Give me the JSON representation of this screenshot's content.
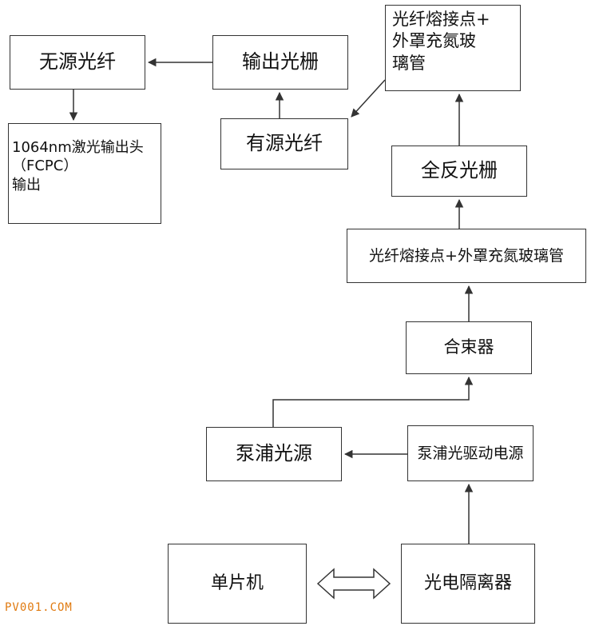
{
  "colors": {
    "line": "#333333",
    "watermark": "#e07a10"
  },
  "boxes": {
    "passive_fiber": "无源光纤",
    "output_grating": "输出光栅",
    "splice_top": "光纤熔接点+\n外罩充氮玻\n璃管",
    "output_head": "1064nm激光输出头\n（FCPC）\n输出",
    "active_fiber": "有源光纤",
    "full_reflect_grating": "全反光栅",
    "splice_mid": "光纤熔接点+外罩充氮玻璃管",
    "combiner": "合束器",
    "pump_source": "泵浦光源",
    "pump_driver": "泵浦光驱动电源",
    "mcu": "单片机",
    "opto_isolator": "光电隔离器"
  },
  "watermark": "PV001.COM"
}
